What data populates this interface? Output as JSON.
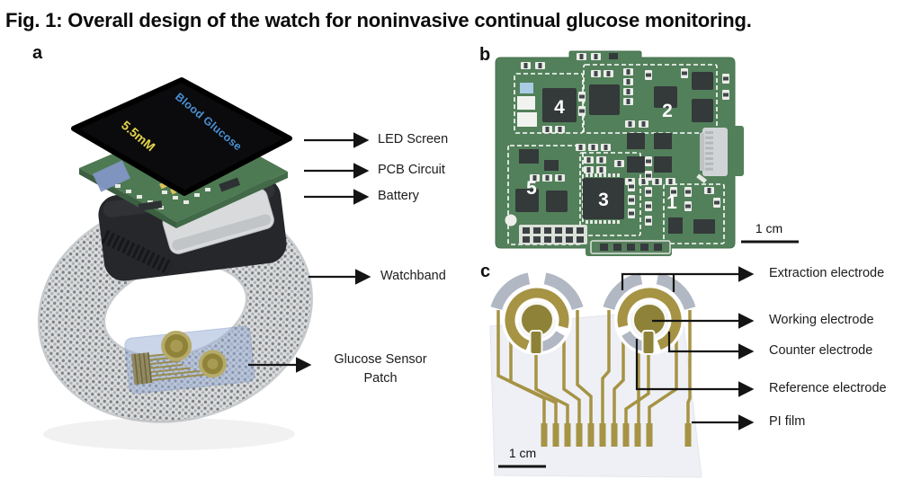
{
  "figure_title": "Fig. 1: Overall design of the watch for noninvasive continual glucose monitoring.",
  "panels": {
    "a": {
      "label": "a",
      "screen": {
        "title": "Blood Glucose",
        "reading": "5.5mM"
      },
      "callouts": {
        "led_screen": "LED Screen",
        "pcb_circuit": "PCB Circuit",
        "battery": "Battery",
        "watchband": "Watchband",
        "glucose_sensor_patch": "Glucose Sensor Patch"
      }
    },
    "b": {
      "label": "b",
      "region_labels": [
        "1",
        "2",
        "3",
        "4",
        "5"
      ],
      "scale_bar_label": "1 cm"
    },
    "c": {
      "label": "c",
      "callouts": {
        "extraction_electrode": "Extraction electrode",
        "working_electrode": "Working electrode",
        "counter_electrode": "Counter electrode",
        "reference_electrode": "Reference electrode",
        "pi_film": "PI film"
      },
      "scale_bar_label": "1 cm"
    }
  },
  "colors": {
    "pcb_green": "#52805a",
    "electrode_gold": "#a69344",
    "extraction_gray": "#b1b8c3",
    "screen_text_blue": "#4a8fd4",
    "screen_text_yellow": "#e5d44c"
  }
}
